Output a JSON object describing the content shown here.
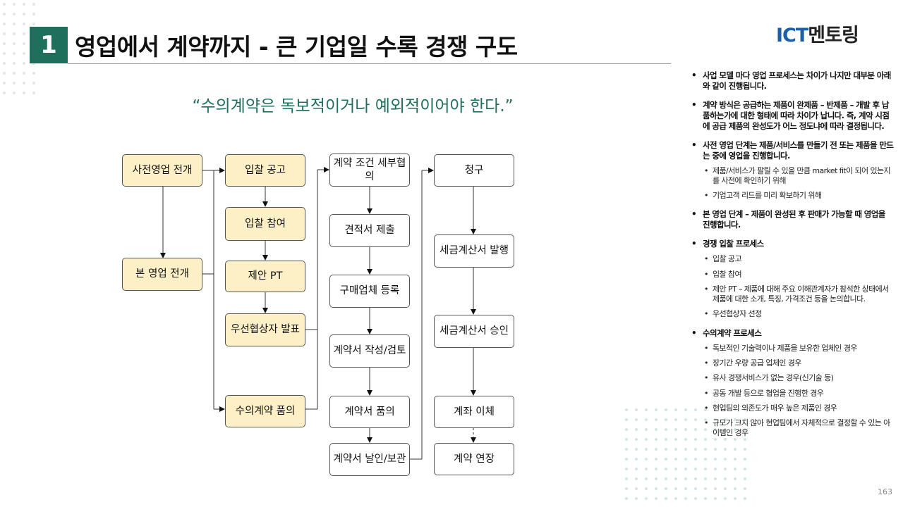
{
  "title": {
    "number": "1",
    "text": "영업에서 계약까지 - 큰 기업일 수록 경쟁 구도"
  },
  "logo": {
    "ict": "ICT",
    "rest": "멘토링"
  },
  "quote": "“수의계약은 독보적이거나 예외적이어야 한다.”",
  "flow": {
    "col1": {
      "pre_sales": "사전영업 전개",
      "main_sales": "본 영업 전개"
    },
    "col2": {
      "bid_notice": "입찰 공고",
      "bid_participation": "입찰 참여",
      "proposal_pt": "제안 PT",
      "preferred_bidder": "우선협상자 발표",
      "private_contract": "수의계약 품의"
    },
    "col3": {
      "contract_terms": "계약 조건 세부협의",
      "estimate": "견적서 제출",
      "vendor_registration": "구매업체 등록",
      "contract_drafting": "계약서 작성/검토",
      "contract_approval": "계약서 품의",
      "contract_sealing": "계약서 날인/보관"
    },
    "col4": {
      "billing": "청구",
      "tax_invoice_issue": "세금계산서 발행",
      "tax_invoice_approval": "세금계산서 승인",
      "transfer": "계좌 이체",
      "extension": "계약 연장"
    }
  },
  "notes": [
    {
      "text": "사업 모델 마다 영업 프로세스는 차이가 나지만 대부분 아래와 같이 진행됩니다.",
      "sub": []
    },
    {
      "text": "계약 방식은 공급하는 제품이 완제품 – 반제품 – 개발 후 납품하는가에 대한 형태에 따라 차이가 납니다. 즉, 계약 시점에 공급 제품의 완성도가 어느 정도냐에 따라 결정됩니다.",
      "sub": []
    },
    {
      "text": "사전 영업 단계는 제품/서비스를 만들기 전 또는 제품을 만드는 중에 영업을 진행합니다.",
      "sub": [
        "제품/서비스가 팔릴 수 있을 만큼 market fit이 되어 있는지를 사전에 확인하기 위해",
        "기업고객 리드를 미리 확보하기 위해"
      ]
    },
    {
      "text": "본 영업 단계 – 제품이 완성된 후 판매가 가능할 때 영업을 진행합니다.",
      "sub": []
    },
    {
      "text": "경쟁 입찰 프로세스",
      "sub": [
        "입찰 공고",
        "입찰 참여",
        "제안 PT – 제품에 대해 주요 이해관계자가 참석한 상태에서 제품에 대한 소개, 특징, 가격조건 등을 논의합니다.",
        "우선협상자 선정"
      ]
    },
    {
      "text": "수의계약 프로세스",
      "sub": [
        "독보적인 기술력이나 제품을 보유한 업체인 경우",
        "장기간 우량 공급 업체인 경우",
        "유사 경쟁서비스가 없는 경우(신기술 등)",
        "공동 개발 등으로 협업을 진행한 경우",
        "현업팀의 의존도가 매우 높은 제품인 경우",
        "규모가 크지 않아 현업팀에서 자체적으로 결정할 수 있는 아이템인 경우"
      ]
    }
  ],
  "page_number": "163",
  "colors": {
    "accent_green": "#1e6f5c",
    "box_yellow": "#fdf0c6",
    "logo_blue": "#1a5fa8",
    "dot_gray": "#e3e6e8",
    "dot_green": "#cfe7df"
  }
}
